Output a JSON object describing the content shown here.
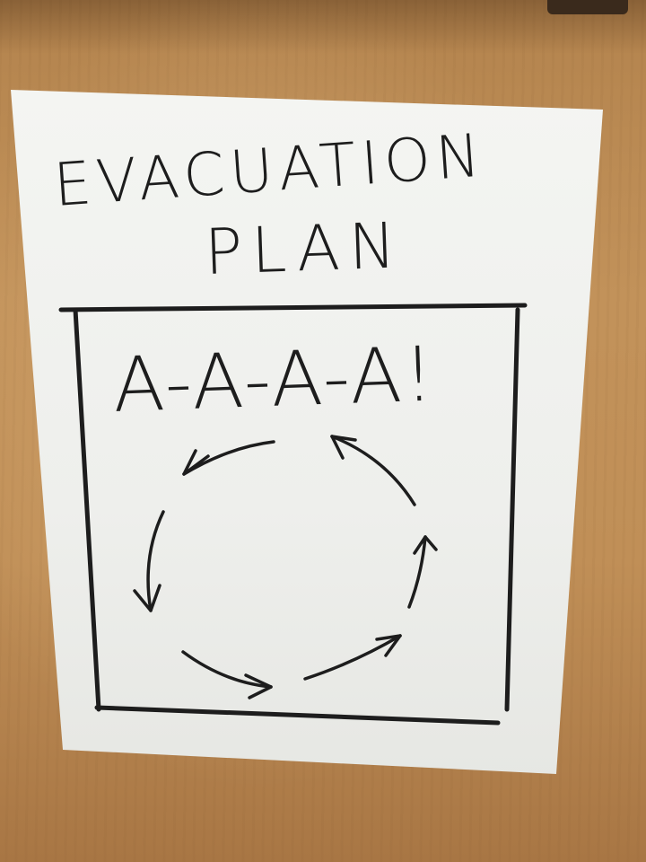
{
  "poster": {
    "title_line1": "EVACUATION",
    "title_line2": "PLAN",
    "scream": "A-A-A-A!"
  },
  "colors": {
    "door": "#c08f57",
    "paper": "#f0f1ee",
    "ink": "#1d1d1d"
  }
}
